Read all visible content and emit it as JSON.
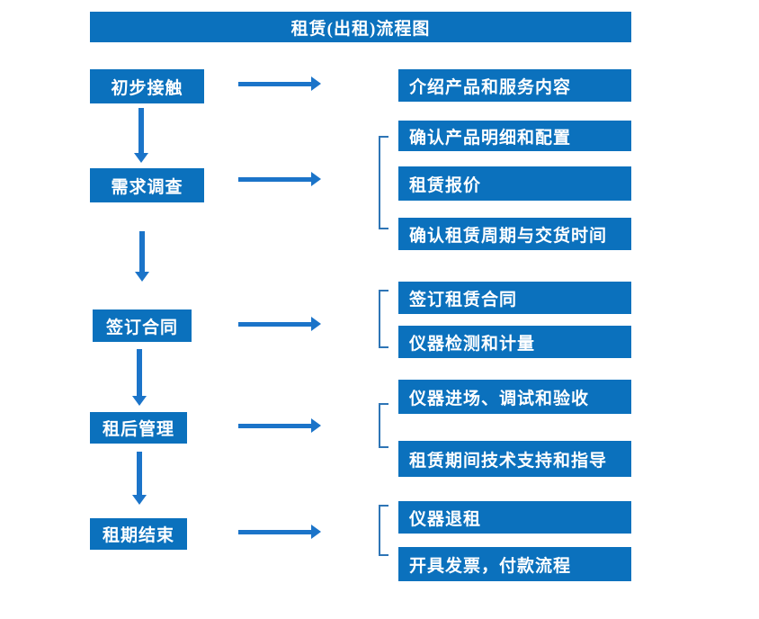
{
  "title": "租赁(出租)流程图",
  "colors": {
    "box_blue": "#0b71bd",
    "arrow_blue": "#1b74c9",
    "bracket_blue": "#2e75b6",
    "text": "#ffffff",
    "background": "#ffffff"
  },
  "steps": [
    {
      "label": "初步接触",
      "details": [
        "介绍产品和服务内容"
      ]
    },
    {
      "label": "需求调查",
      "details": [
        "确认产品明细和配置",
        "租赁报价",
        "确认租赁周期与交货时间"
      ]
    },
    {
      "label": "签订合同",
      "details": [
        "签订租赁合同",
        "仪器检测和计量"
      ]
    },
    {
      "label": "租后管理",
      "details": [
        "仪器进场、调试和验收",
        "租赁期间技术支持和指导"
      ]
    },
    {
      "label": "租期结束",
      "details": [
        "仪器退租",
        "开具发票，付款流程"
      ]
    }
  ]
}
